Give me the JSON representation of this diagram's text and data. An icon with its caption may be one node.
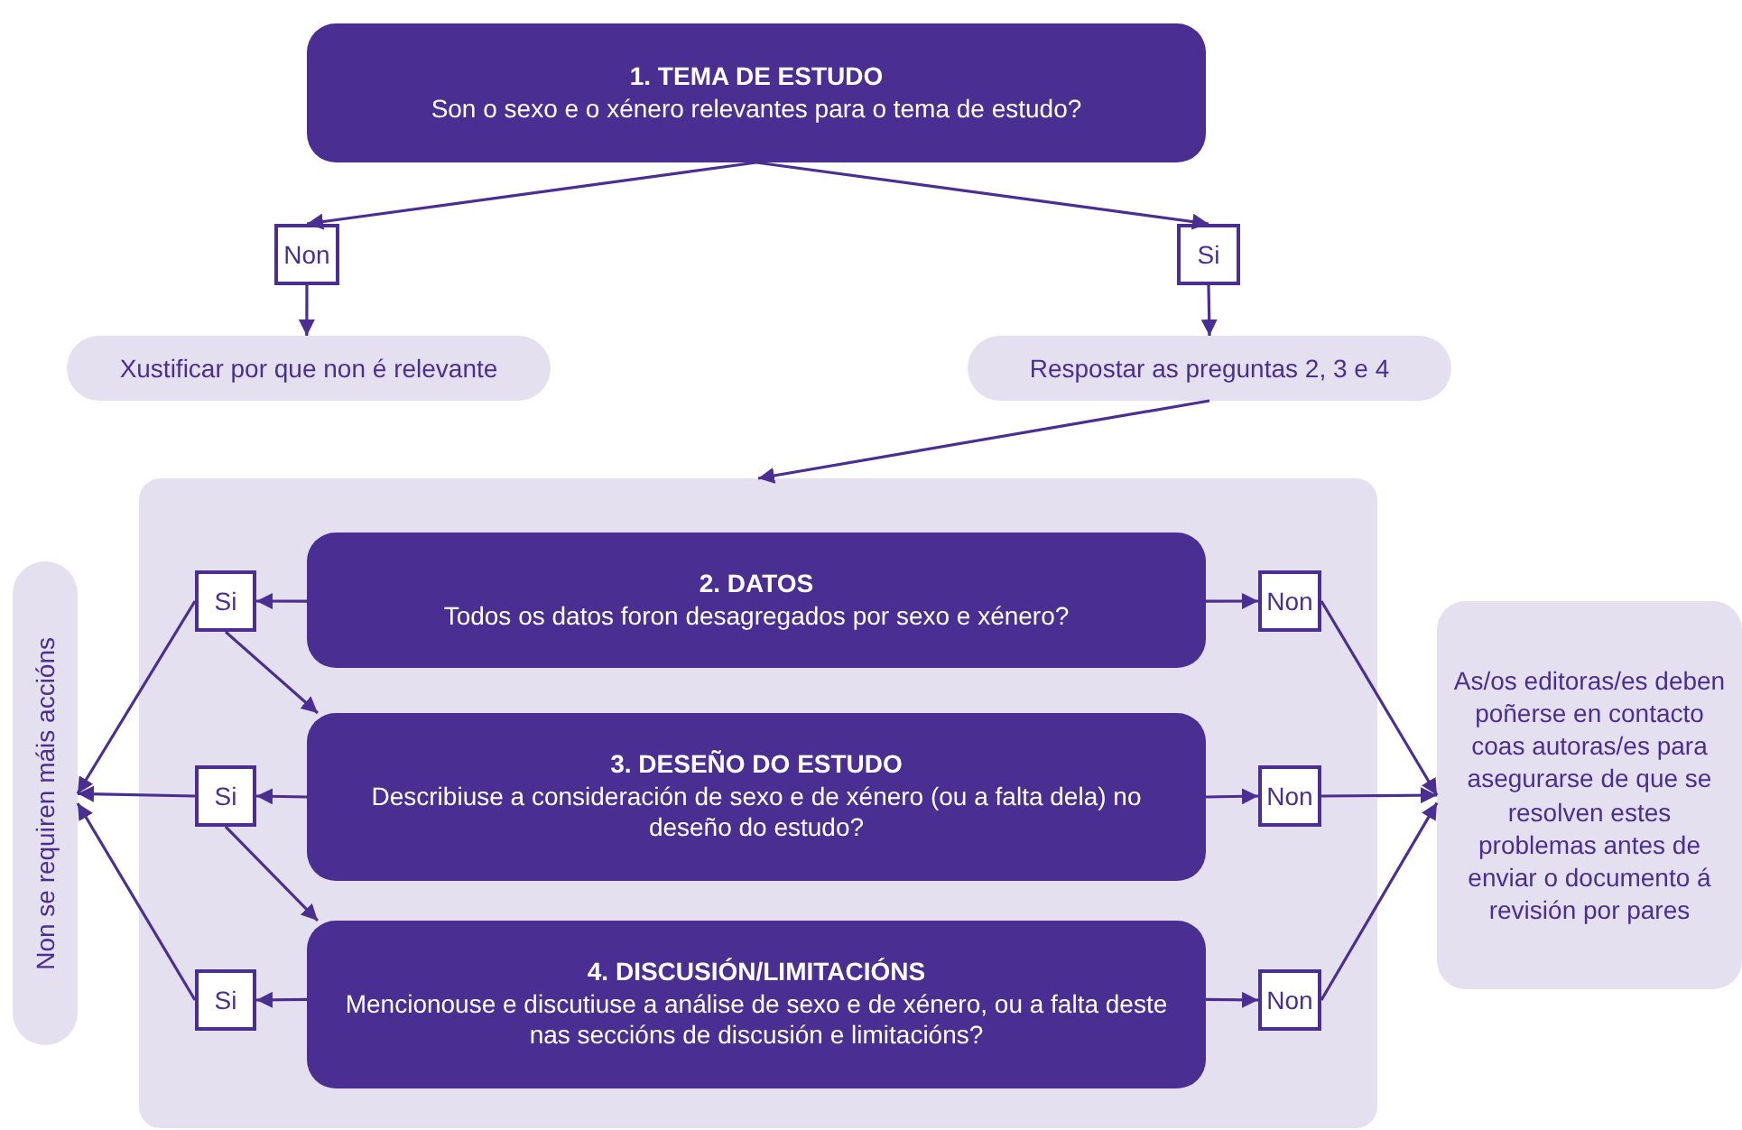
{
  "diagram": {
    "nodes": [
      {
        "text": [
          "1. TEMA DE ESTUDO",
          "Son o sexo e o xénero relevantes para o tema de estudo?"
        ]
      },
      {
        "text": [
          "Non"
        ]
      },
      {
        "text": [
          "Si"
        ]
      },
      {
        "text": [
          "Xustificar por que non é relevante"
        ]
      },
      {
        "text": [
          "Respostar as preguntas 2, 3 e 4"
        ]
      },
      {
        "text": [],
        "shape": "box"
      },
      {
        "text": [
          "2. DATOS",
          "Todos os datos foron desagregados por sexo e xénero?"
        ],
        "in": 5
      },
      {
        "text": [
          "Si"
        ],
        "in": 5
      },
      {
        "text": [
          "Non"
        ],
        "in": 5
      },
      {
        "text": [
          "3. DESEÑO DO ESTUDO",
          "Describiuse a consideración de sexo e de xénero (ou a falta dela) no deseño do estudo?"
        ],
        "in": 5
      },
      {
        "text": [
          "Si"
        ],
        "in": 5
      },
      {
        "text": [
          "Non"
        ],
        "in": 5
      },
      {
        "text": [
          "4. DISCUSIÓN/LIMITACIÓNS",
          "Mencionouse e discutiuse a análise de sexo e de xénero, ou a falta deste nas seccións de discusión e limitacións?"
        ],
        "in": 5
      },
      {
        "text": [
          "Si"
        ],
        "in": 5
      },
      {
        "text": [
          "Non"
        ],
        "in": 5
      },
      {
        "text": [
          "Non se requiren máis accións"
        ]
      },
      {
        "text": [
          "As/os editoras/es deben poñerse en contacto coas autoras/es para asegurarse de que se resolven estes problemas antes de enviar o documento á revisión por pares"
        ]
      }
    ],
    "edges": [
      {
        "from": 0,
        "to": 1,
        "arrow": "to"
      },
      {
        "from": 0,
        "to": 2,
        "arrow": "to"
      },
      {
        "from": 1,
        "to": 3,
        "arrow": "to"
      },
      {
        "from": 2,
        "to": 4,
        "arrow": "to"
      },
      {
        "from": 4,
        "to": 5,
        "arrow": "to"
      },
      {
        "from": 6,
        "to": 7,
        "arrow": "to"
      },
      {
        "from": 6,
        "to": 8,
        "arrow": "to"
      },
      {
        "from": 7,
        "to": 9,
        "arrow": "to"
      },
      {
        "from": 7,
        "to": 15,
        "arrow": "to"
      },
      {
        "from": 9,
        "to": 10,
        "arrow": "to"
      },
      {
        "from": 9,
        "to": 11,
        "arrow": "to"
      },
      {
        "from": 10,
        "to": 12,
        "arrow": "to"
      },
      {
        "from": 10,
        "to": 15,
        "arrow": "to"
      },
      {
        "from": 12,
        "to": 13,
        "arrow": "to"
      },
      {
        "from": 12,
        "to": 14,
        "arrow": "to"
      },
      {
        "from": 13,
        "to": 15,
        "arrow": "to"
      },
      {
        "from": 8,
        "to": 16,
        "arrow": "to"
      },
      {
        "from": 11,
        "to": 16,
        "arrow": "to"
      },
      {
        "from": 14,
        "to": 16,
        "arrow": "to"
      }
    ]
  }
}
